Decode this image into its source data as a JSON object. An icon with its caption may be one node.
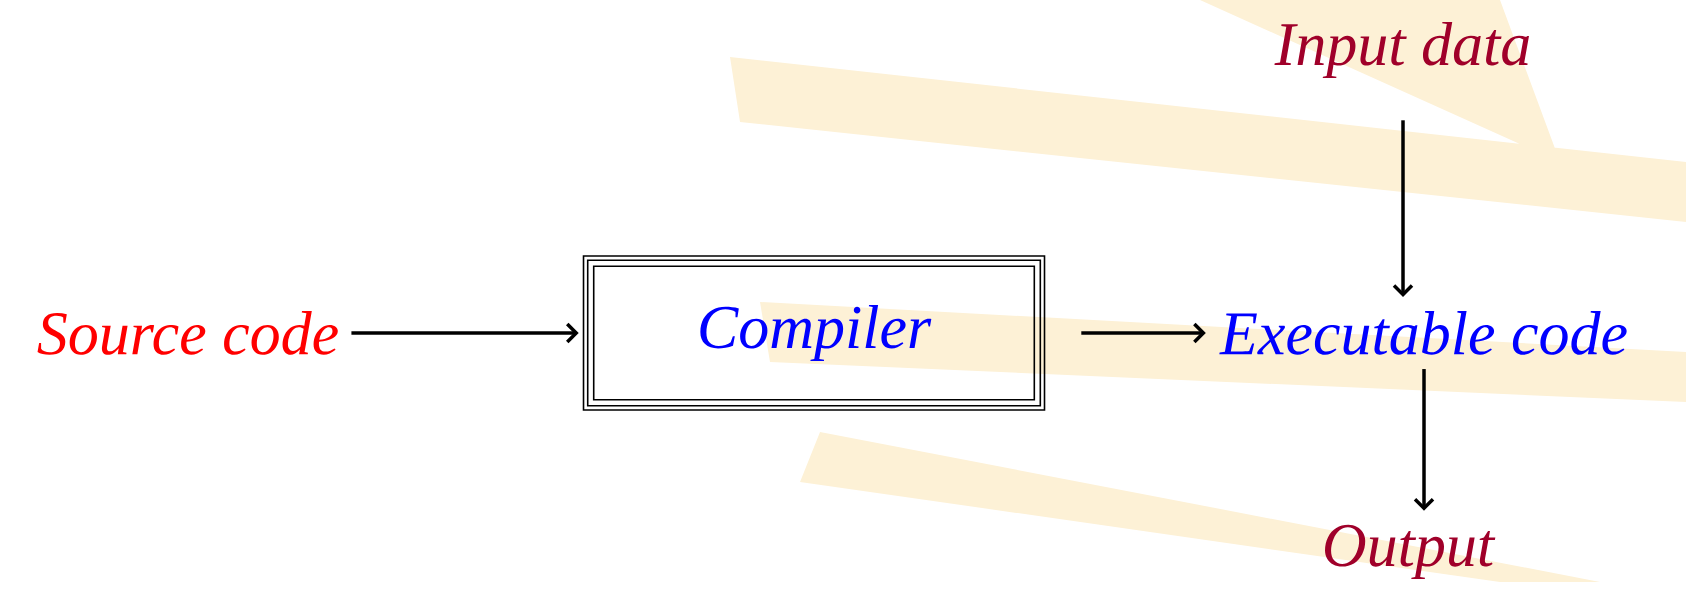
{
  "diagram": {
    "nodes": [
      {
        "text": [
          "Source code"
        ]
      },
      {
        "text": [
          "Compiler"
        ]
      },
      {
        "text": [
          "Executable code"
        ]
      },
      {
        "text": [
          "Input data"
        ]
      },
      {
        "text": [
          "Output"
        ]
      }
    ],
    "edges": [
      {
        "from": 0,
        "to": 1,
        "arrow": "to"
      },
      {
        "from": 1,
        "to": 2,
        "arrow": "to"
      },
      {
        "from": 3,
        "to": 2,
        "arrow": "to"
      },
      {
        "from": 2,
        "to": 4,
        "arrow": "to"
      }
    ]
  }
}
